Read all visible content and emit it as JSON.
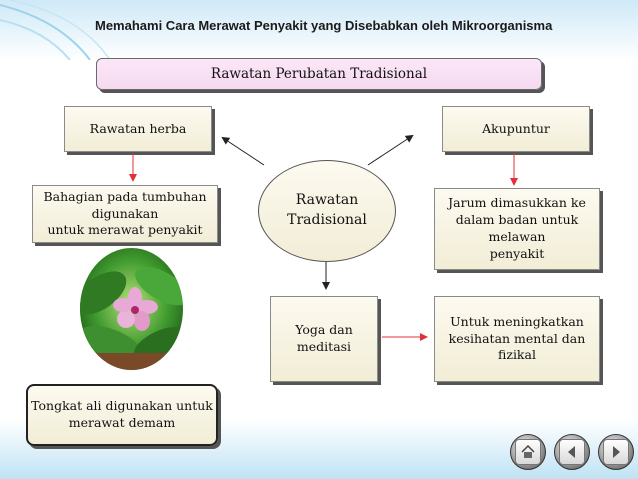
{
  "header": {
    "title": "Memahami Cara Merawat Penyakit yang Disebabkan oleh Mikroorganisma"
  },
  "diagram": {
    "top_banner": "Rawatan Perubatan Tradisional",
    "center_line1": "Rawatan",
    "center_line2": "Tradisional",
    "herba": "Rawatan herba",
    "akupuntur": "Akupuntur",
    "herba_desc": [
      "Bahagian pada tumbuhan",
      "digunakan",
      "untuk merawat penyakit"
    ],
    "akupuntur_desc": [
      "Jarum dimasukkan ke",
      "dalam badan untuk",
      "melawan",
      "penyakit"
    ],
    "yoga": [
      "Yoga dan",
      "meditasi"
    ],
    "yoga_desc": [
      "Untuk meningkatkan",
      "kesihatan mental dan",
      "fizikal"
    ],
    "tongkat": [
      "Tongkat ali digunakan untuk",
      "merawat demam"
    ]
  },
  "colors": {
    "arrow_red": "#e0303a",
    "arrow_dark": "#222222",
    "box_pink": "#f8e0f3",
    "box_cream": "#f6f2df"
  },
  "nav": {
    "buttons": [
      "home-icon",
      "back-icon",
      "forward-icon"
    ]
  }
}
